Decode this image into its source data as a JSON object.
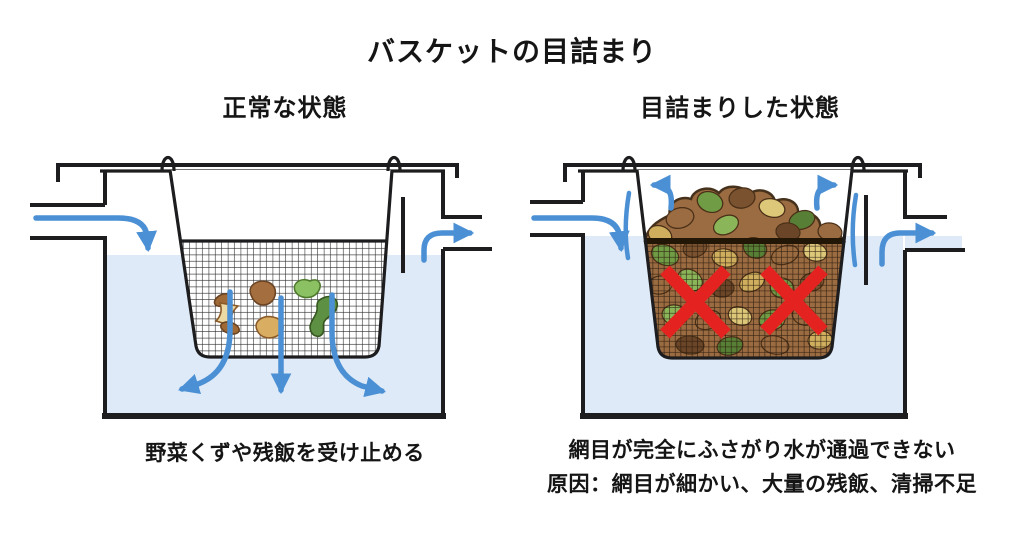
{
  "title": "バスケットの目詰まり",
  "panels": {
    "normal": {
      "subtitle": "正常な状態",
      "caption": "野菜くずや残飯を受け止める"
    },
    "clogged": {
      "subtitle": "目詰まりした状態",
      "caption_line1": "網目が完全にふさがり水が通過できない",
      "caption_line2": "原因：網目が細かい、大量の残飯、清掃不足"
    }
  },
  "colors": {
    "line_black": "#1d1d1f",
    "arrow_blue": "#4b90d4",
    "water_blue": "#deeaf7",
    "x_red": "#e42320",
    "mesh_dark": "#2b2b2b",
    "mesh_clogged": "#2a1b0d",
    "waste_brown": "#9b6b41",
    "waste_green": "#6f9c44",
    "waste_tan": "#cfae5e"
  }
}
